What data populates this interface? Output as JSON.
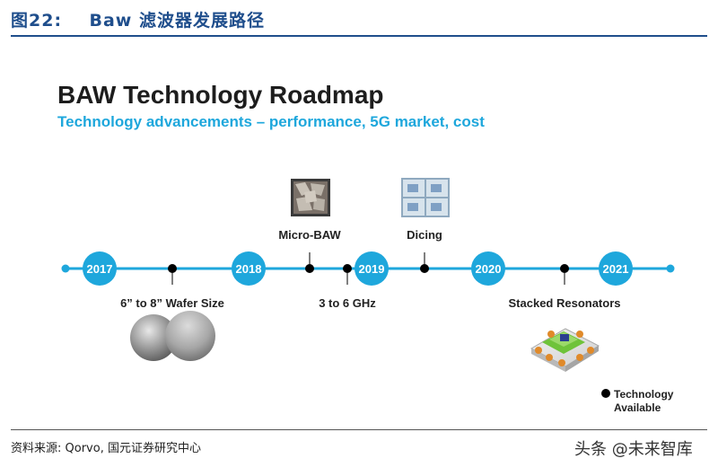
{
  "figure_title": "图22:    Baw 滤波器发展路径",
  "main_title": "BAW Technology Roadmap",
  "subtitle": "Technology advancements – performance, 5G market, cost",
  "timeline": {
    "years": [
      "2017",
      "2018",
      "2019",
      "2020",
      "2021"
    ],
    "milestones": [
      {
        "label": "6” to 8” Wafer Size",
        "position": 0.5,
        "side": "below",
        "image": "wafer-discs"
      },
      {
        "label": "Micro-BAW",
        "position": 1.5,
        "side": "above",
        "image": "micro-baw-die"
      },
      {
        "label": "3 to 6 GHz",
        "position": 1.75,
        "side": "below",
        "image": ""
      },
      {
        "label": "Dicing",
        "position": 2.5,
        "side": "above",
        "image": "dicing-wafer"
      },
      {
        "label": "Stacked Resonators",
        "position": 3.5,
        "side": "below",
        "image": "stacked-resonator"
      }
    ],
    "colors": {
      "line": "#1ea7dc",
      "year_circle": "#1ea7dc",
      "year_text": "#ffffff",
      "milestone_dot": "#000000"
    }
  },
  "legend": {
    "line1": "Technology",
    "line2": "Available"
  },
  "source": "资料来源: Qorvo,  国元证券研究中心",
  "watermark": "头条 @未来智库"
}
